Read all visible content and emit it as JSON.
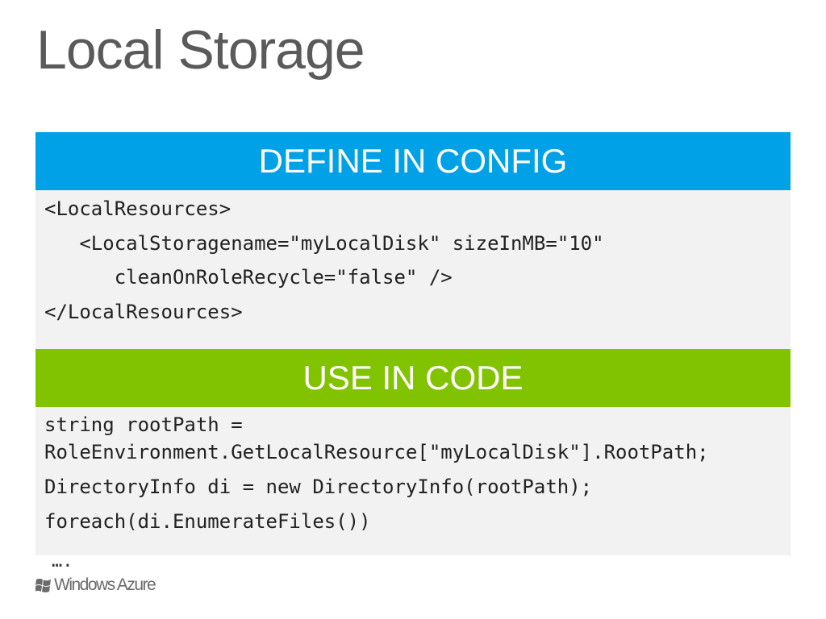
{
  "slide": {
    "title": "Local Storage"
  },
  "config_section": {
    "header": "DEFINE IN CONFIG",
    "lines": [
      "<LocalResources>",
      "   <LocalStoragename=\"myLocalDisk\" sizeInMB=\"10\"",
      "      cleanOnRoleRecycle=\"false\" />",
      "</LocalResources>"
    ]
  },
  "code_section": {
    "header": "USE IN CODE",
    "lines": [
      "string rootPath =",
      "RoleEnvironment.GetLocalResource[\"myLocalDisk\"].RootPath;",
      "DirectoryInfo di = new DirectoryInfo(rootPath);",
      "foreach(di.EnumerateFiles())"
    ],
    "trailing": "…."
  },
  "footer": {
    "logo_text": "Windows Azure",
    "logo_icon": "windows-flag-icon"
  }
}
